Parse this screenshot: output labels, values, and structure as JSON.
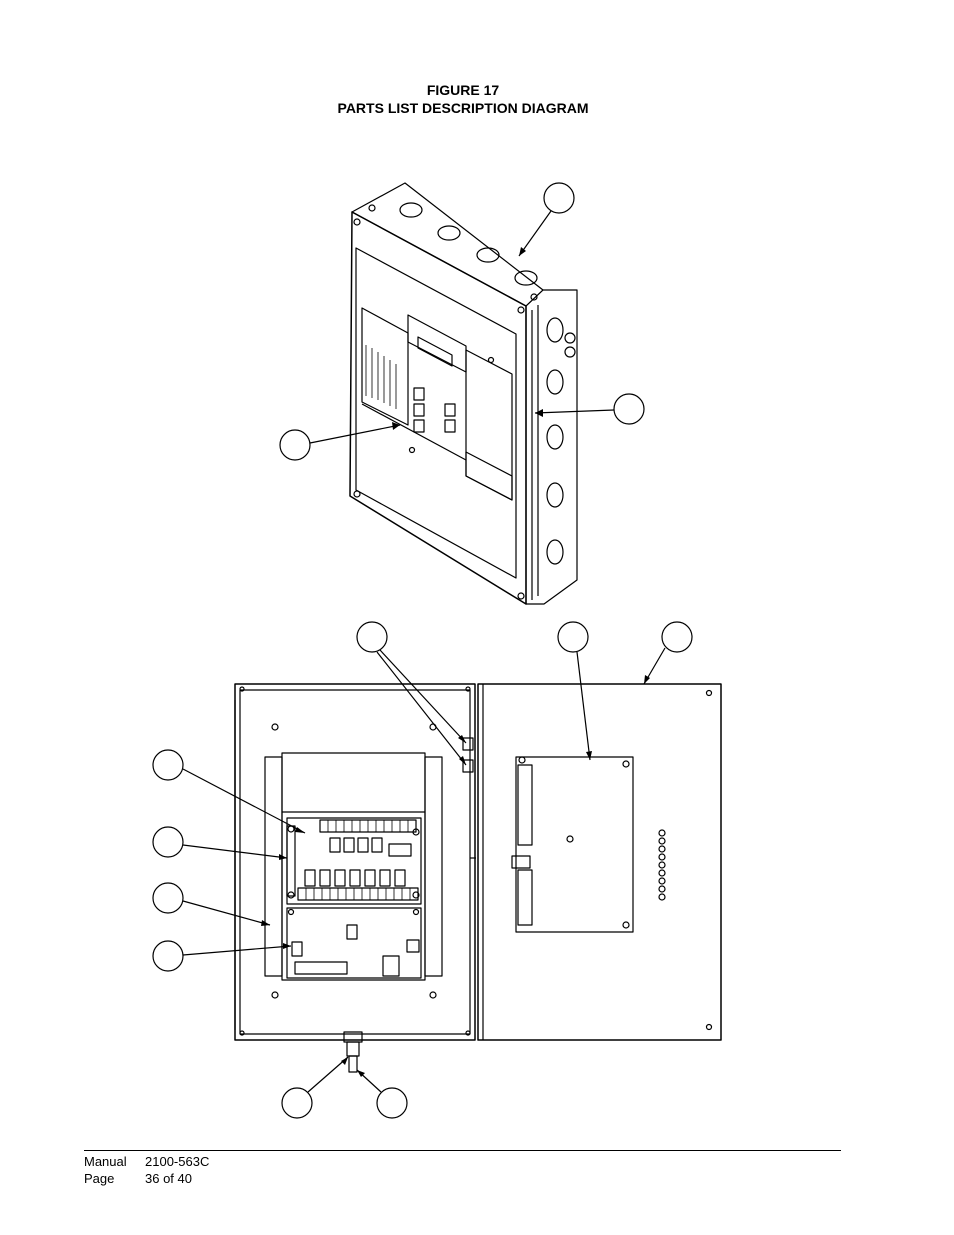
{
  "figure": {
    "number": "FIGURE 17",
    "title": "PARTS LIST DESCRIPTION DIAGRAM"
  },
  "footer": {
    "manual_label": "Manual",
    "manual_value": "2100-563C",
    "page_label": "Page",
    "page_value": "36 of 40"
  },
  "colors": {
    "line": "#000000",
    "background": "#ffffff"
  }
}
